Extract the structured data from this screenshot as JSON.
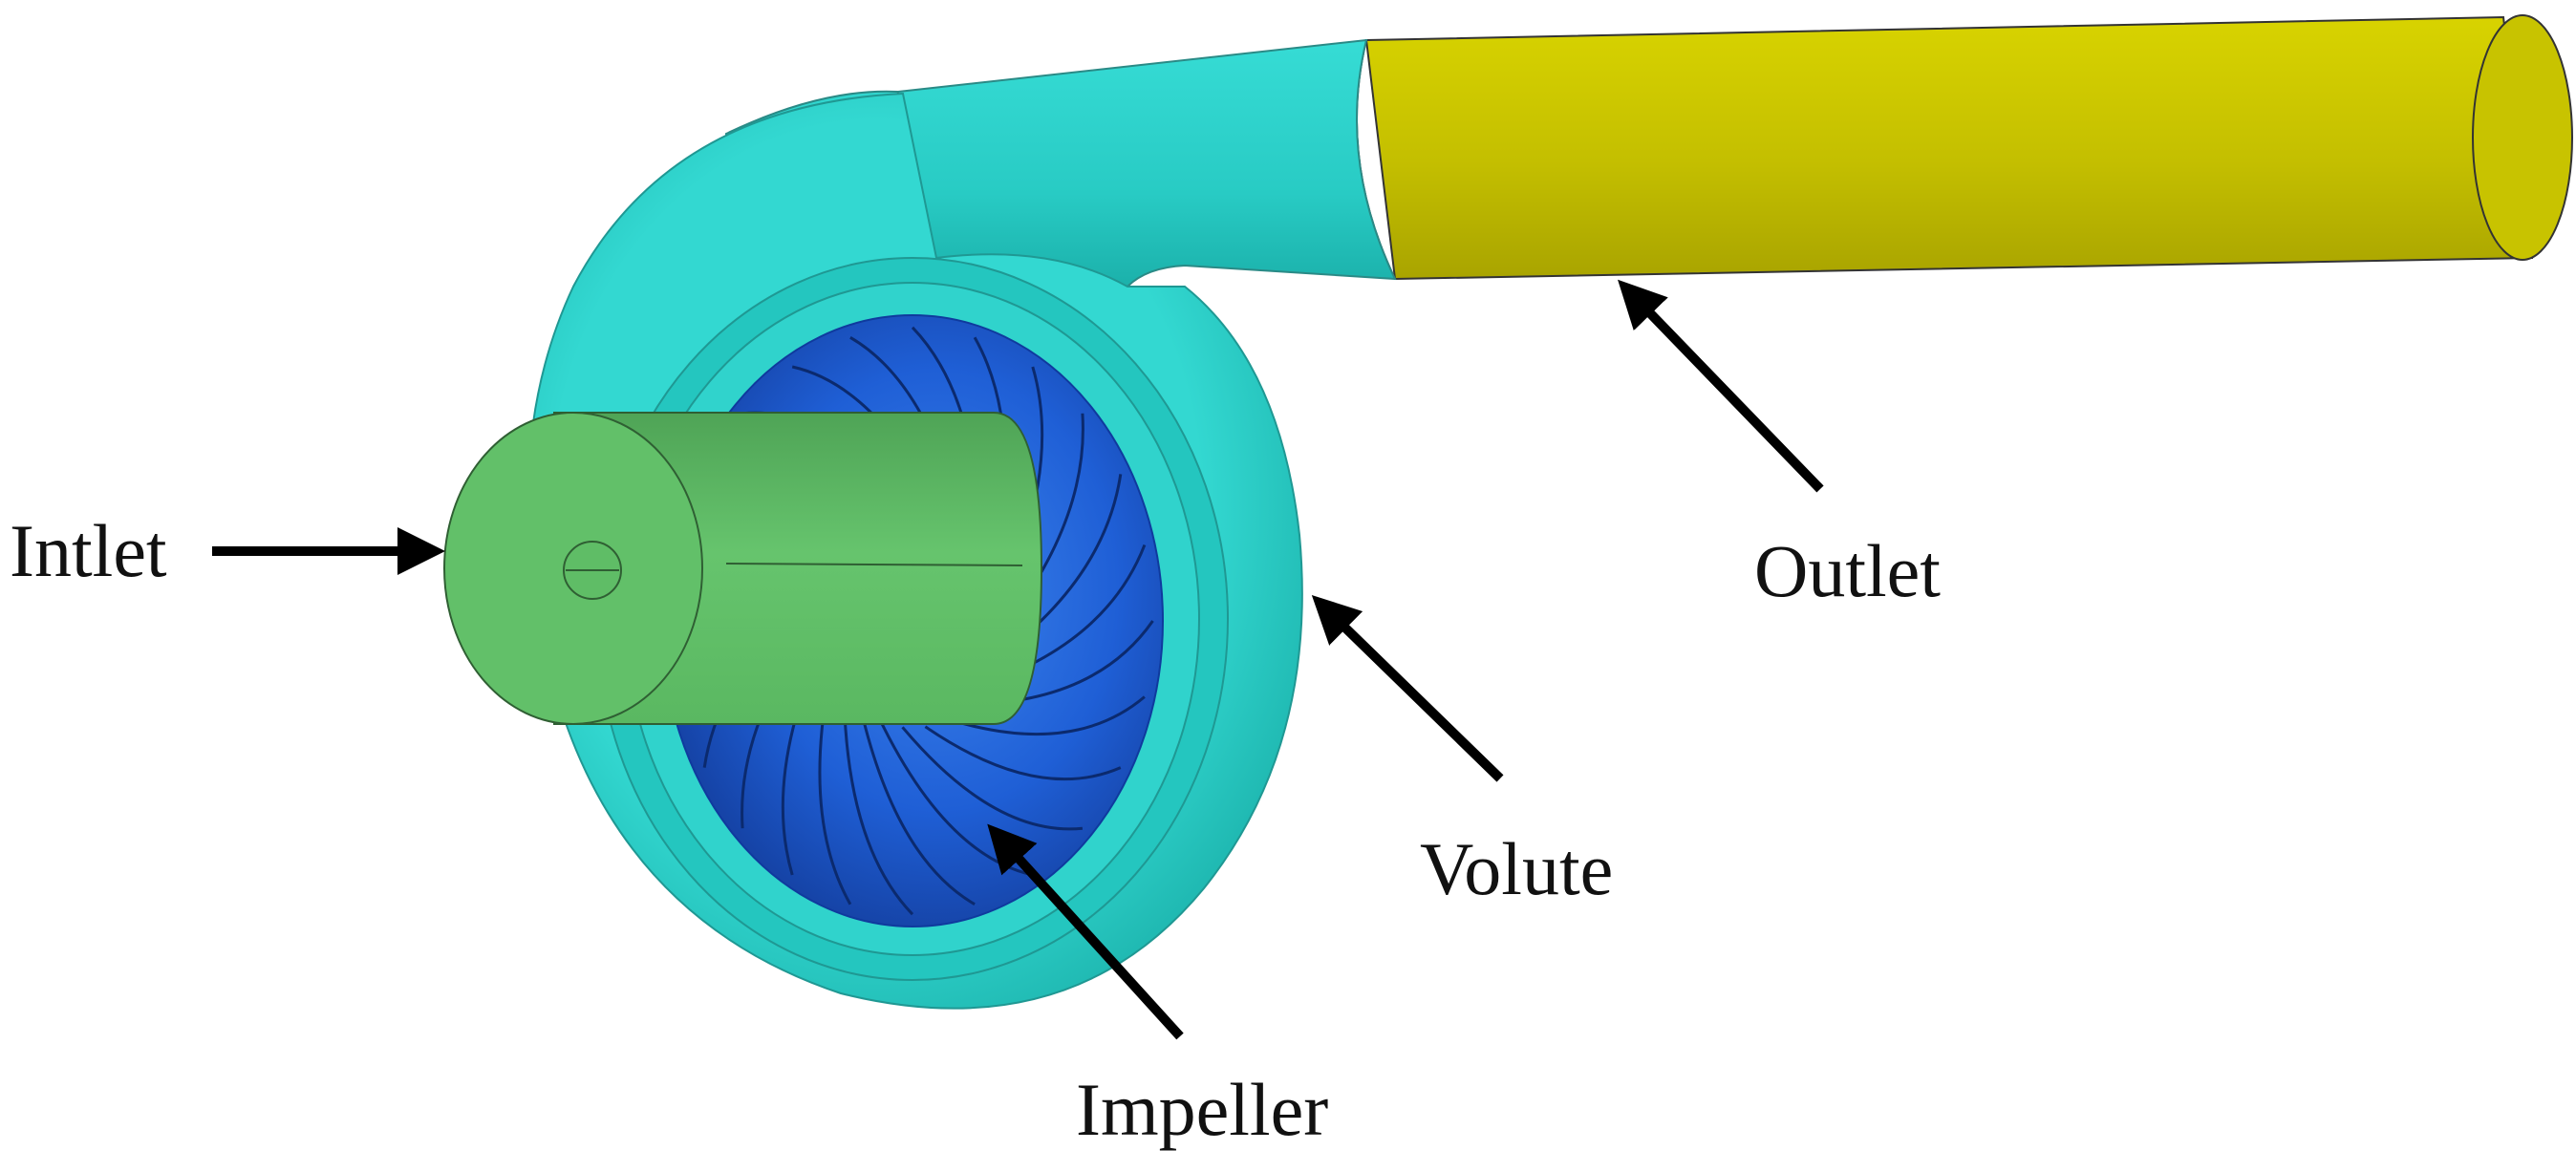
{
  "labels": {
    "intlet": "Intlet",
    "outlet": "Outlet",
    "volute": "Volute",
    "impeller": "Impeller"
  },
  "colors": {
    "volute": "#2fd6cf",
    "volute_shadow": "#17a9a3",
    "impeller": "#1f5fd6",
    "impeller_dark": "#0f3a9e",
    "inlet_pipe": "#5bbf63",
    "inlet_pipe_dark": "#3e9a45",
    "outlet_pipe": "#c9c400",
    "outlet_pipe_dark": "#a8a300",
    "arrow": "#000000"
  }
}
